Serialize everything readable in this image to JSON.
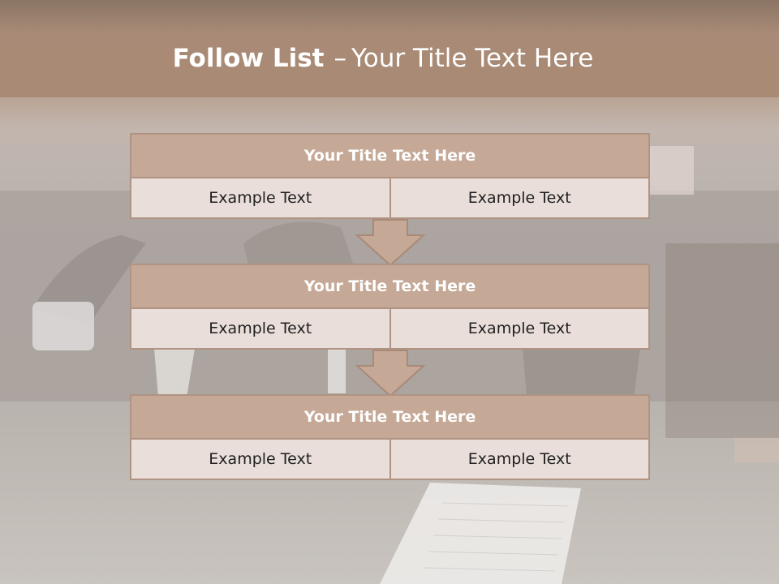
{
  "slide": {
    "title_bold": "Follow List",
    "title_dash": "–",
    "title_rest": "Your Title Text Here",
    "colors": {
      "header_band": "#a88a76",
      "block_header": "#c5a896",
      "block_border": "#b09382",
      "cell": "#e9deda",
      "arrow": "#c5a896"
    },
    "blocks": [
      {
        "title": "Your Title Text Here",
        "left": "Example Text",
        "right": "Example Text"
      },
      {
        "title": "Your Title Text Here",
        "left": "Example Text",
        "right": "Example Text"
      },
      {
        "title": "Your Title Text Here",
        "left": "Example Text",
        "right": "Example Text"
      }
    ],
    "arrow_icons": [
      "arrow-down-icon",
      "arrow-down-icon"
    ]
  }
}
